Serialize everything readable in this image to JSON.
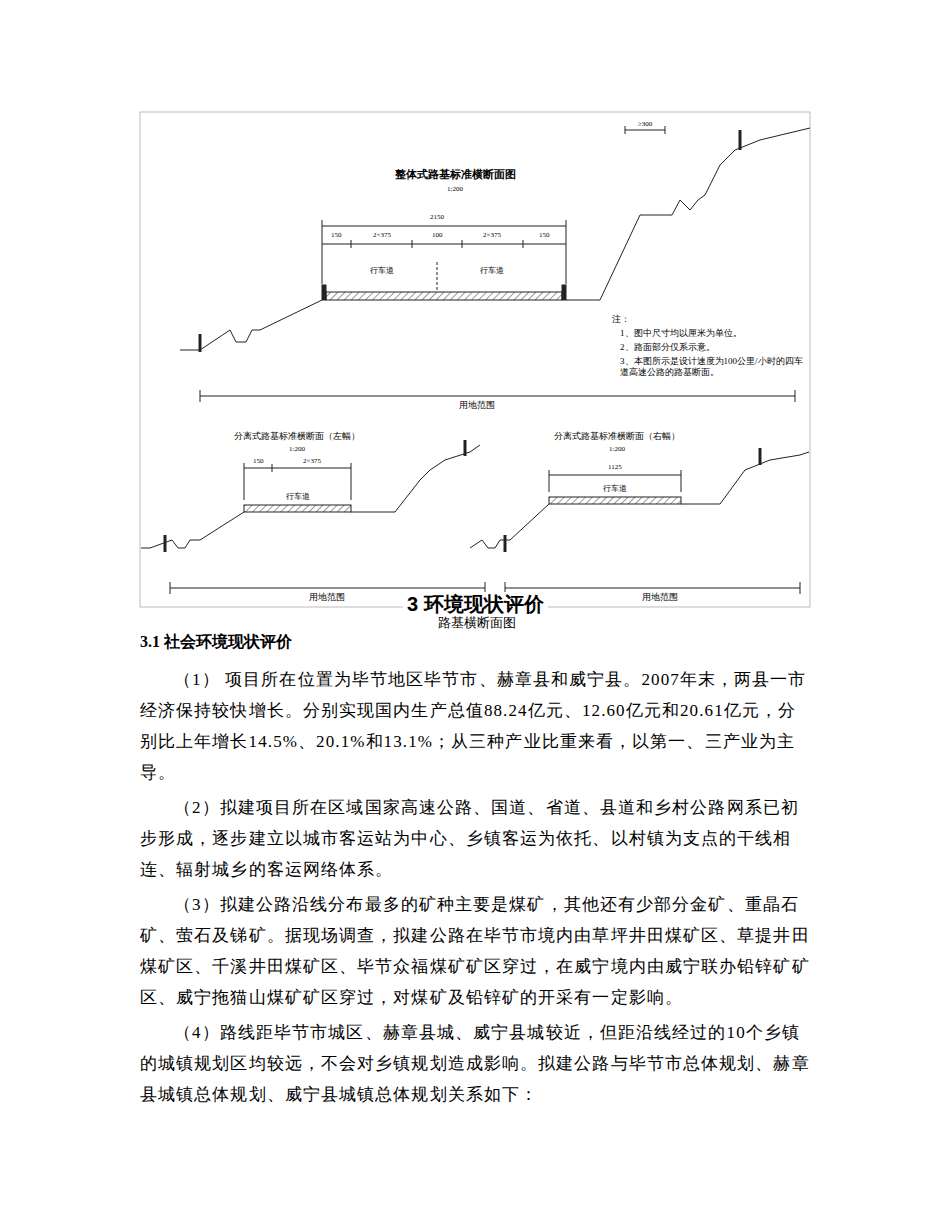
{
  "diagram": {
    "title": "3 环境现状评价",
    "caption": "路基横断面图",
    "labels": [
      "≥300",
      "整体式路基标准横断面图",
      "1:200",
      "2150",
      "150",
      "2×375",
      "100",
      "2×375",
      "150",
      "行车道",
      "行车道",
      "注：",
      "1、图中尺寸均以厘米为单位。",
      "2、路面部分仅系示意。",
      "3、本图所示是设计速度为100公里/小时的四车道高速公路的路基断面。",
      "用地范围",
      "分离式路基标准横断面（左幅）",
      "1:200",
      "分离式路基标准横断面（右幅）",
      "1:200",
      "150",
      "2×375",
      "1125",
      "行车道",
      "行车道",
      "用地范围",
      "用地范围",
      "3.1 社会环境现状评价",
      "（1） 项目所在位置为毕节地区毕节市、赫章县和威宁县。2007年末，两县一市经济保持较快增长。分别实现国内生产总值88.24亿元、12.60亿元和20.61亿元，分别比上年增长14.5%、20.1%和13.1%；从三种产业比重来看，以第一、三产业为主导。",
      "（2）拟建项目所在区域国家高速公路、国道、省道、县道和乡村公路网系已初步形成，逐步建立以城市客运站为中心、乡镇客运为依托、以村镇为支点的干线相连、辐射城乡的客运网络体系。",
      "（3）拟建公路沿线分布最多的矿种主要是煤矿，其他还有少部分金矿、重晶石矿、萤石及锑矿。据现场调查，拟建公路在毕节市境内由草坪井田煤矿区、草提井田煤矿区、千溪井田煤矿区、毕节众福煤矿矿区穿过，在威宁境内由威宁联办铅锌矿矿区、威宁拖猫山煤矿矿区穿过，对煤矿及铅锌矿的开采有一定影响。",
      "（4）路线距毕节市城区、赫章县城、威宁县城较近，但距沿线经过的10个乡镇的城镇规划区均较远，不会对乡镇规划造成影响。拟建公路与毕节市总体规划、赫章县城镇总体规划、威宁县城镇总体规划关系如下："
    ]
  }
}
